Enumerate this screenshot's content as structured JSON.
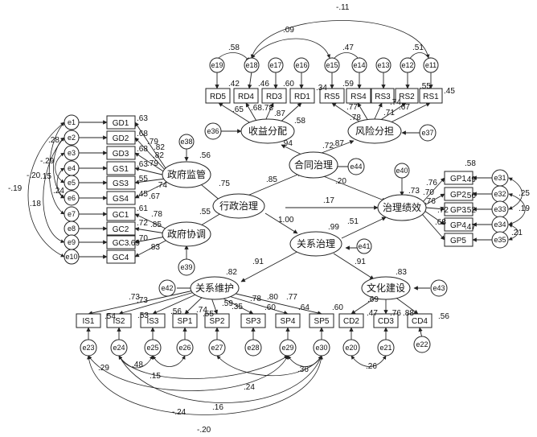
{
  "latent": {
    "shouyi": "收益分配",
    "fengxian": "风险分担",
    "hetong": "合同治理",
    "zhengfu_jd": "政府监管",
    "xingzheng": "行政治理",
    "zhengfu_xt": "政府协调",
    "zhili": "治理绩效",
    "guanxi": "关系治理",
    "weihu": "关系维护",
    "wenhua": "文化建设"
  },
  "indicators": {
    "RD5": "RD5",
    "RD4": "RD4",
    "RD3": "RD3",
    "RD1": "RD1",
    "RS5": "RS5",
    "RS4": "RS4",
    "RS3": "RS3",
    "RS2": "RS2",
    "RS1": "RS1",
    "GD1": "GD1",
    "GD2": "GD2",
    "GD3": "GD3",
    "GS1": "GS1",
    "GS3": "GS3",
    "GS4": "GS4",
    "GC1": "GC1",
    "GC2": "GC2",
    "GC3": "GC3",
    "GC4": "GC4",
    "GP1": "GP1",
    "GP2": "GP2",
    "GP3": "GP3",
    "GP4": "GP4",
    "GP5": "GP5",
    "IS1": "IS1",
    "IS2": "IS2",
    "IS3": "IS3",
    "SP1": "SP1",
    "SP2": "SP2",
    "SP3": "SP3",
    "SP4": "SP4",
    "SP5": "SP5",
    "CD2": "CD2",
    "CD3": "CD3",
    "CD4": "CD4"
  },
  "errors": {
    "e1": "e1",
    "e2": "e2",
    "e3": "e3",
    "e4": "e4",
    "e5": "e5",
    "e6": "e6",
    "e7": "e7",
    "e8": "e8",
    "e9": "e9",
    "e10": "e10",
    "e11": "e11",
    "e12": "e12",
    "e13": "e13",
    "e14": "e14",
    "e15": "e15",
    "e16": "e16",
    "e17": "e17",
    "e18": "e18",
    "e19": "e19",
    "e20": "e20",
    "e21": "e21",
    "e22": "e22",
    "e23": "e23",
    "e24": "e24",
    "e25": "e25",
    "e26": "e26",
    "e27": "e27",
    "e28": "e28",
    "e29": "e29",
    "e30": "e30",
    "e31": "e31",
    "e32": "e32",
    "e33": "e33",
    "e34": "e34",
    "e35": "e35",
    "e36": "e36",
    "e37": "e37",
    "e38": "e38",
    "e39": "e39",
    "e40": "e40",
    "e41": "e41",
    "e42": "e42",
    "e43": "e43",
    "e44": "e44"
  },
  "values": {
    "v_m11": "-.11",
    "v_09": ".09",
    "v_58": ".58",
    "v_47": ".47",
    "v_51": ".51",
    "v_42": ".42",
    "v_46": ".46",
    "v_60": ".60",
    "v_34": ".34",
    "v_59": ".59",
    "v_55": ".55",
    "v_45": ".45",
    "v_65": ".65",
    "v_68": ".68",
    "v_78": ".78",
    "v_87": ".87",
    "v_58b": ".58",
    "v_77": ".77",
    "v_78b": ".78",
    "v_74": ".74",
    "v_67": ".67",
    "v_71": ".71",
    "v_94": ".94",
    "v_72": ".72",
    "v_87b": ".87",
    "v_85": ".85",
    "v_20": ".20",
    "v_17": ".17",
    "v_56": ".56",
    "v_75": ".75",
    "v_55b": ".55",
    "v_99": ".99",
    "v_100": "1.00",
    "v_51b": ".51",
    "v_91": ".91",
    "v_91b": ".91",
    "v_82": ".82",
    "v_83": ".83",
    "v_63": ".63",
    "v_68b": ".68",
    "v_68c": ".68",
    "v_63b": ".63",
    "v_55c": ".55",
    "v_45b": ".45",
    "v_61": ".61",
    "v_72b": ".72",
    "v_70": ".70",
    "v_69": ".69",
    "v_79": ".79",
    "v_82b": ".82",
    "v_82c": ".82",
    "v_79b": ".79",
    "v_74b": ".74",
    "v_67b": ".67",
    "v_78c": ".78",
    "v_85b": ".85",
    "v_83b": ".83",
    "v_28": ".28",
    "v_m29": "-.29",
    "v_m20": "-.20",
    "v_15": ".15",
    "v_24": ".24",
    "v_m19": "-.19",
    "v_18": ".18",
    "v_58c": ".58",
    "v_49": ".49",
    "v_56b": ".56",
    "v_52": ".52",
    "v_47b": ".47",
    "v_76": ".76",
    "v_70b": ".70",
    "v_76b": ".76",
    "v_72c": ".72",
    "v_68d": ".68",
    "v_25": ".25",
    "v_19": ".19",
    "v_21": ".21",
    "v_73": ".73",
    "v_73b": ".73",
    "v_54": ".54",
    "v_53": ".53",
    "v_56c": ".56",
    "v_55d": ".55",
    "v_74c": ".74",
    "v_59b": ".59",
    "v_35": ".35",
    "v_78d": ".78",
    "v_80": ".80",
    "v_60b": ".60",
    "v_77b": ".77",
    "v_64": ".64",
    "v_60c": ".60",
    "v_69b": ".69",
    "v_47c": ".47",
    "v_76c": ".76",
    "v_88": ".88",
    "v_56d": ".56",
    "v_29": ".29",
    "v_48": ".48",
    "v_15b": ".15",
    "v_36": ".36",
    "v_26": ".26",
    "v_24b": ".24",
    "v_16": ".16",
    "v_m24": "-.24",
    "v_m20b": "-.20"
  }
}
